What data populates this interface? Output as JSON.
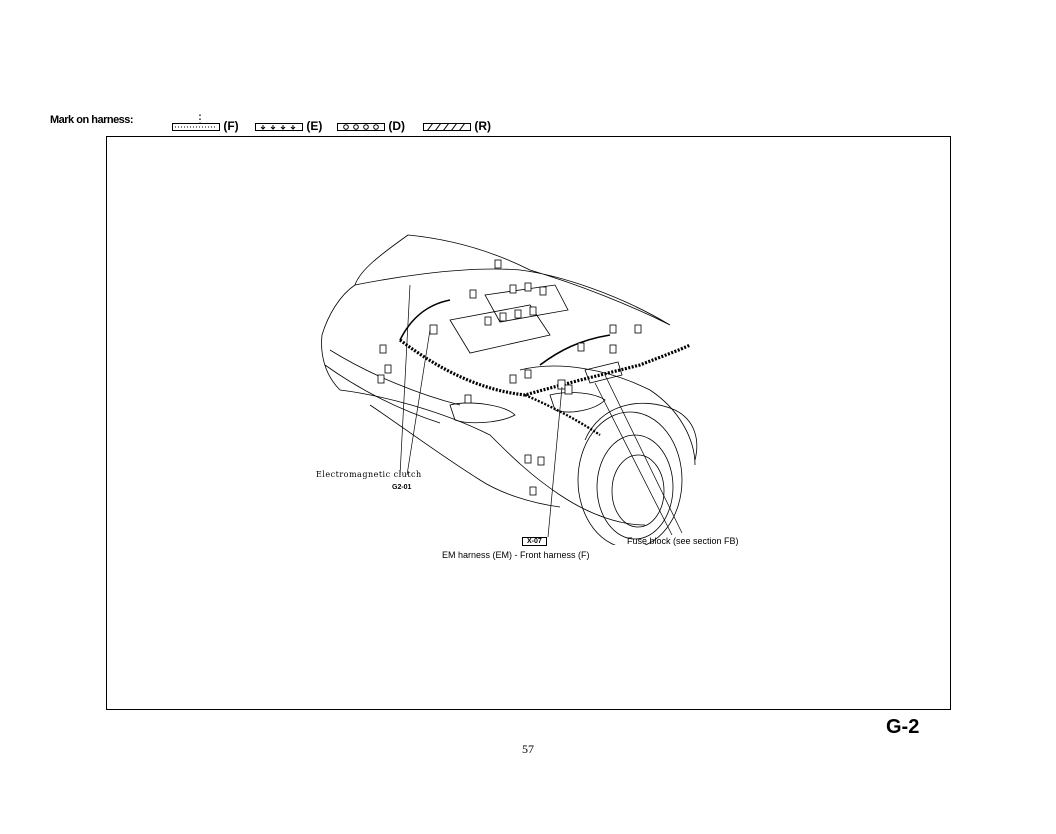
{
  "legend": {
    "title": "Mark on harness:",
    "items": [
      {
        "code": "(F)",
        "pattern": "tape"
      },
      {
        "code": "(E)",
        "pattern": "arrows"
      },
      {
        "code": "(D)",
        "pattern": "circles"
      },
      {
        "code": "(R)",
        "pattern": "hatch"
      }
    ]
  },
  "diagram": {
    "callouts": {
      "electromagnetic_clutch": "Electromagnetic clutch",
      "clutch_connector": "G2-01",
      "junction_connector": "X-07",
      "junction_desc": "EM harness (EM) - Front harness (F)",
      "fuse_block": "Fuse block (see section FB)"
    }
  },
  "page": {
    "code": "G-2",
    "number": "57"
  }
}
